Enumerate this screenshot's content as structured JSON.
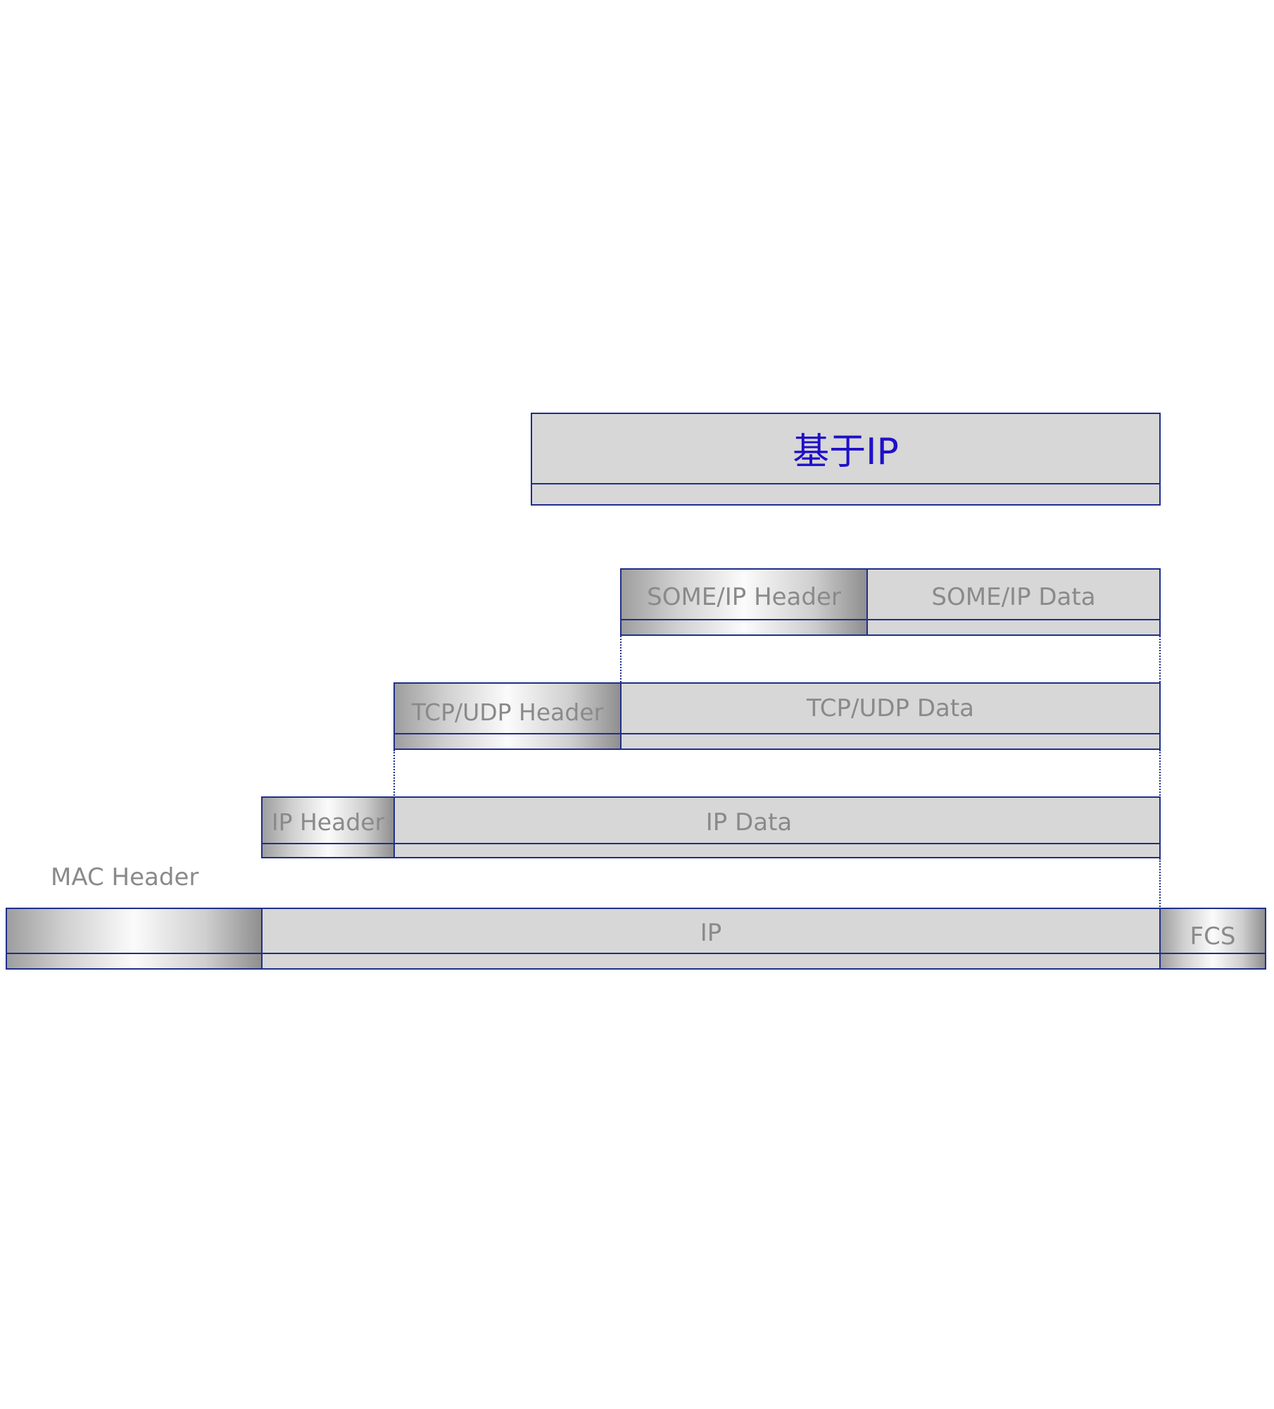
{
  "diagram": {
    "title": "基于IP",
    "layers": {
      "someip": {
        "header": "SOME/IP Header",
        "data": "SOME/IP Data"
      },
      "tcpudp": {
        "header": "TCP/UDP Header",
        "data": "TCP/UDP Data"
      },
      "ip": {
        "header": "IP Header",
        "data": "IP Data"
      },
      "mac": {
        "header_label": "MAC Header",
        "payload": "IP",
        "trailer": "FCS"
      }
    }
  },
  "colors": {
    "border": "#1f2f8a",
    "fill": "#d7d7d7",
    "label": "#8a8a8a",
    "title": "#1f10c8"
  }
}
